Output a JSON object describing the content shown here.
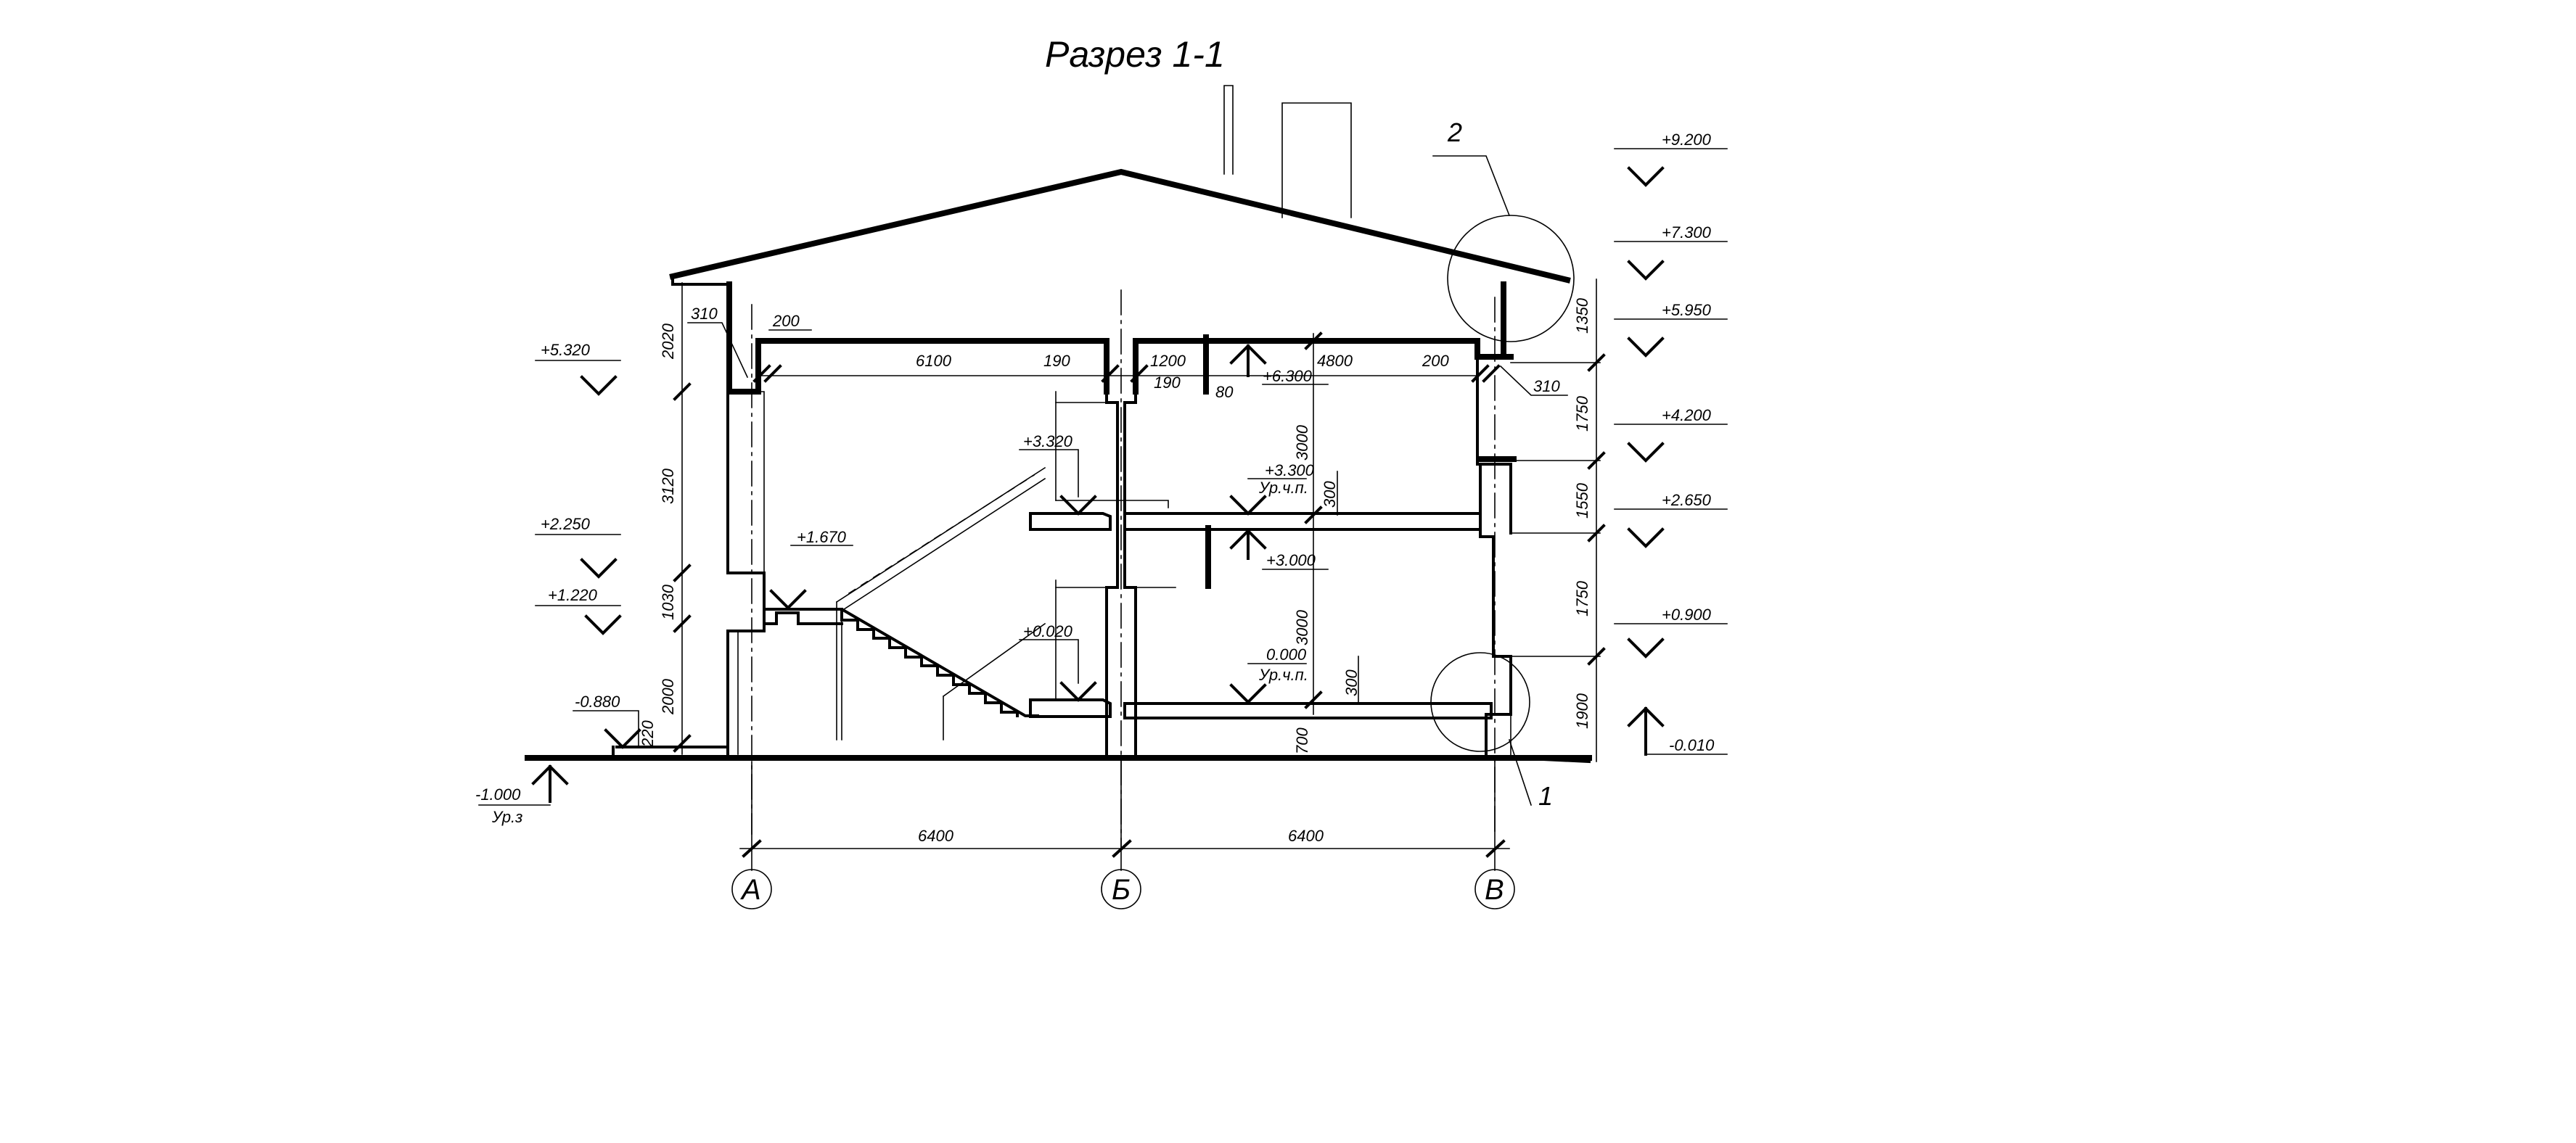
{
  "title": "Разрез 1-1",
  "axes": [
    {
      "label": "А"
    },
    {
      "label": "Б"
    },
    {
      "label": "В"
    }
  ],
  "axis_spans": [
    "6400",
    "6400"
  ],
  "right_levels": [
    "+9.200",
    "+7.300",
    "+5.950",
    "+4.200",
    "+2.650",
    "+0.900",
    "-0.010"
  ],
  "left_levels": [
    "+5.320",
    "+2.250",
    "+1.220",
    "-0.880",
    "-1.000"
  ],
  "ground_label": "Ур.з",
  "floor_labels": [
    "Ур.ч.п.",
    "Ур.ч.п."
  ],
  "inner_levels": [
    "+6.300",
    "+3.300",
    "+3.000",
    "+3.320",
    "+1.670",
    "+0.020",
    "0.000"
  ],
  "left_dims": [
    "2020",
    "3120",
    "1030",
    "2000",
    "220"
  ],
  "right_dims": [
    "1350",
    "1750",
    "1550",
    "1750",
    "1900"
  ],
  "inner_dims": [
    "310",
    "200",
    "6100",
    "190",
    "1200",
    "190",
    "80",
    "4800",
    "200",
    "310",
    "3000",
    "300",
    "3000",
    "300",
    "700"
  ],
  "callouts": [
    "2",
    "1"
  ]
}
